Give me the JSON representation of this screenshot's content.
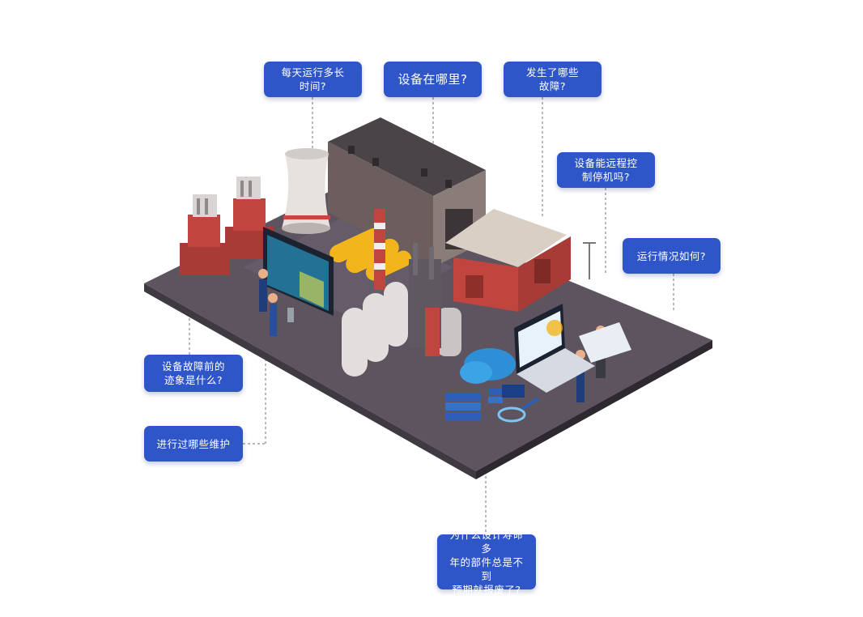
{
  "callouts": {
    "runtime": "每天运行多长\n时间?",
    "location": "设备在哪里?",
    "faults": "发生了哪些\n故障?",
    "remote": "设备能远程控\n制停机吗?",
    "status": "运行情况如何?",
    "symptoms": "设备故障前的\n迹象是什么?",
    "maintenance": "进行过哪些维护",
    "lifespan": "为什么设计寿命多\n年的部件总是不到\n预期就报废了?"
  },
  "colors": {
    "callout": "#2f56c9",
    "platform_top": "#5d5460",
    "platform_side": "#3f3942",
    "brick": "#c0453e",
    "tank": "#e2dede",
    "accent_yellow": "#f3b51c",
    "screen_blue": "#27b4e9"
  }
}
